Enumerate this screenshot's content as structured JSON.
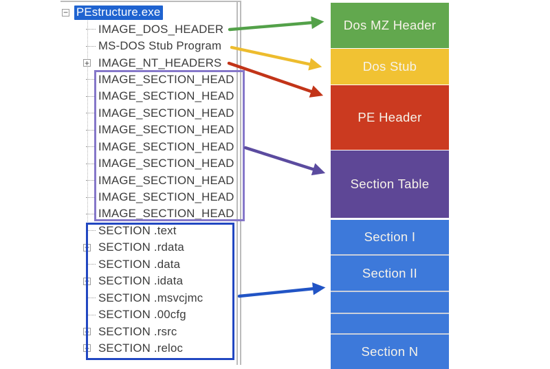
{
  "icons": {
    "minus": "−",
    "plus": "+"
  },
  "colors": {
    "selection_bg": "#1f63d0",
    "selection_text": "#ffffff",
    "tree_text": "#3c3c3c",
    "window_border": "#bbbbbb",
    "indent_guide": "#b5b5b5",
    "outline_section_headers": "#8577c9",
    "outline_sections": "#2147c1",
    "section_divider": "#c9cfdb",
    "block_text": "#f6f2e9"
  },
  "tree": {
    "root": {
      "label": "PEstructure.exe",
      "selected": true
    },
    "items": [
      {
        "label": "IMAGE_DOS_HEADER",
        "expander": "none"
      },
      {
        "label": "MS-DOS Stub Program",
        "expander": "none"
      },
      {
        "label": "IMAGE_NT_HEADERS",
        "expander": "plus"
      },
      {
        "label": "IMAGE_SECTION_HEAD",
        "expander": "none"
      },
      {
        "label": "IMAGE_SECTION_HEAD",
        "expander": "none"
      },
      {
        "label": "IMAGE_SECTION_HEAD",
        "expander": "none"
      },
      {
        "label": "IMAGE_SECTION_HEAD",
        "expander": "none"
      },
      {
        "label": "IMAGE_SECTION_HEAD",
        "expander": "none"
      },
      {
        "label": "IMAGE_SECTION_HEAD",
        "expander": "none"
      },
      {
        "label": "IMAGE_SECTION_HEAD",
        "expander": "none"
      },
      {
        "label": "IMAGE_SECTION_HEAD",
        "expander": "none"
      },
      {
        "label": "IMAGE_SECTION_HEAD",
        "expander": "none"
      },
      {
        "label": "SECTION .text",
        "expander": "none"
      },
      {
        "label": "SECTION .rdata",
        "expander": "plus"
      },
      {
        "label": "SECTION .data",
        "expander": "none"
      },
      {
        "label": "SECTION .idata",
        "expander": "plus"
      },
      {
        "label": "SECTION .msvcjmc",
        "expander": "none"
      },
      {
        "label": "SECTION .00cfg",
        "expander": "none"
      },
      {
        "label": "SECTION .rsrc",
        "expander": "plus"
      },
      {
        "label": "SECTION .reloc",
        "expander": "plus"
      }
    ]
  },
  "diagram": {
    "blocks": [
      {
        "label": "Dos MZ Header",
        "color": "#62a84e"
      },
      {
        "label": "Dos Stub",
        "color": "#f1c233"
      },
      {
        "label": "PE Header",
        "color": "#cb3a20"
      },
      {
        "label": "Section Table",
        "color": "#5e4796"
      },
      {
        "label": "Section I",
        "color": "#3d79da"
      },
      {
        "label": "Section II",
        "color": "#3d79da"
      },
      {
        "label": "",
        "color": "#3d79da"
      },
      {
        "label": "",
        "color": "#3d79da"
      },
      {
        "label": "Section N",
        "color": "#3d79da"
      }
    ],
    "arrows": [
      {
        "name": "arrow-to-dos-mz-header",
        "color": "#53a149"
      },
      {
        "name": "arrow-to-dos-stub",
        "color": "#edbc2e"
      },
      {
        "name": "arrow-to-pe-header",
        "color": "#c23418"
      },
      {
        "name": "arrow-to-section-table",
        "color": "#5b4b9f"
      },
      {
        "name": "arrow-to-sections",
        "color": "#2154c5"
      }
    ]
  }
}
